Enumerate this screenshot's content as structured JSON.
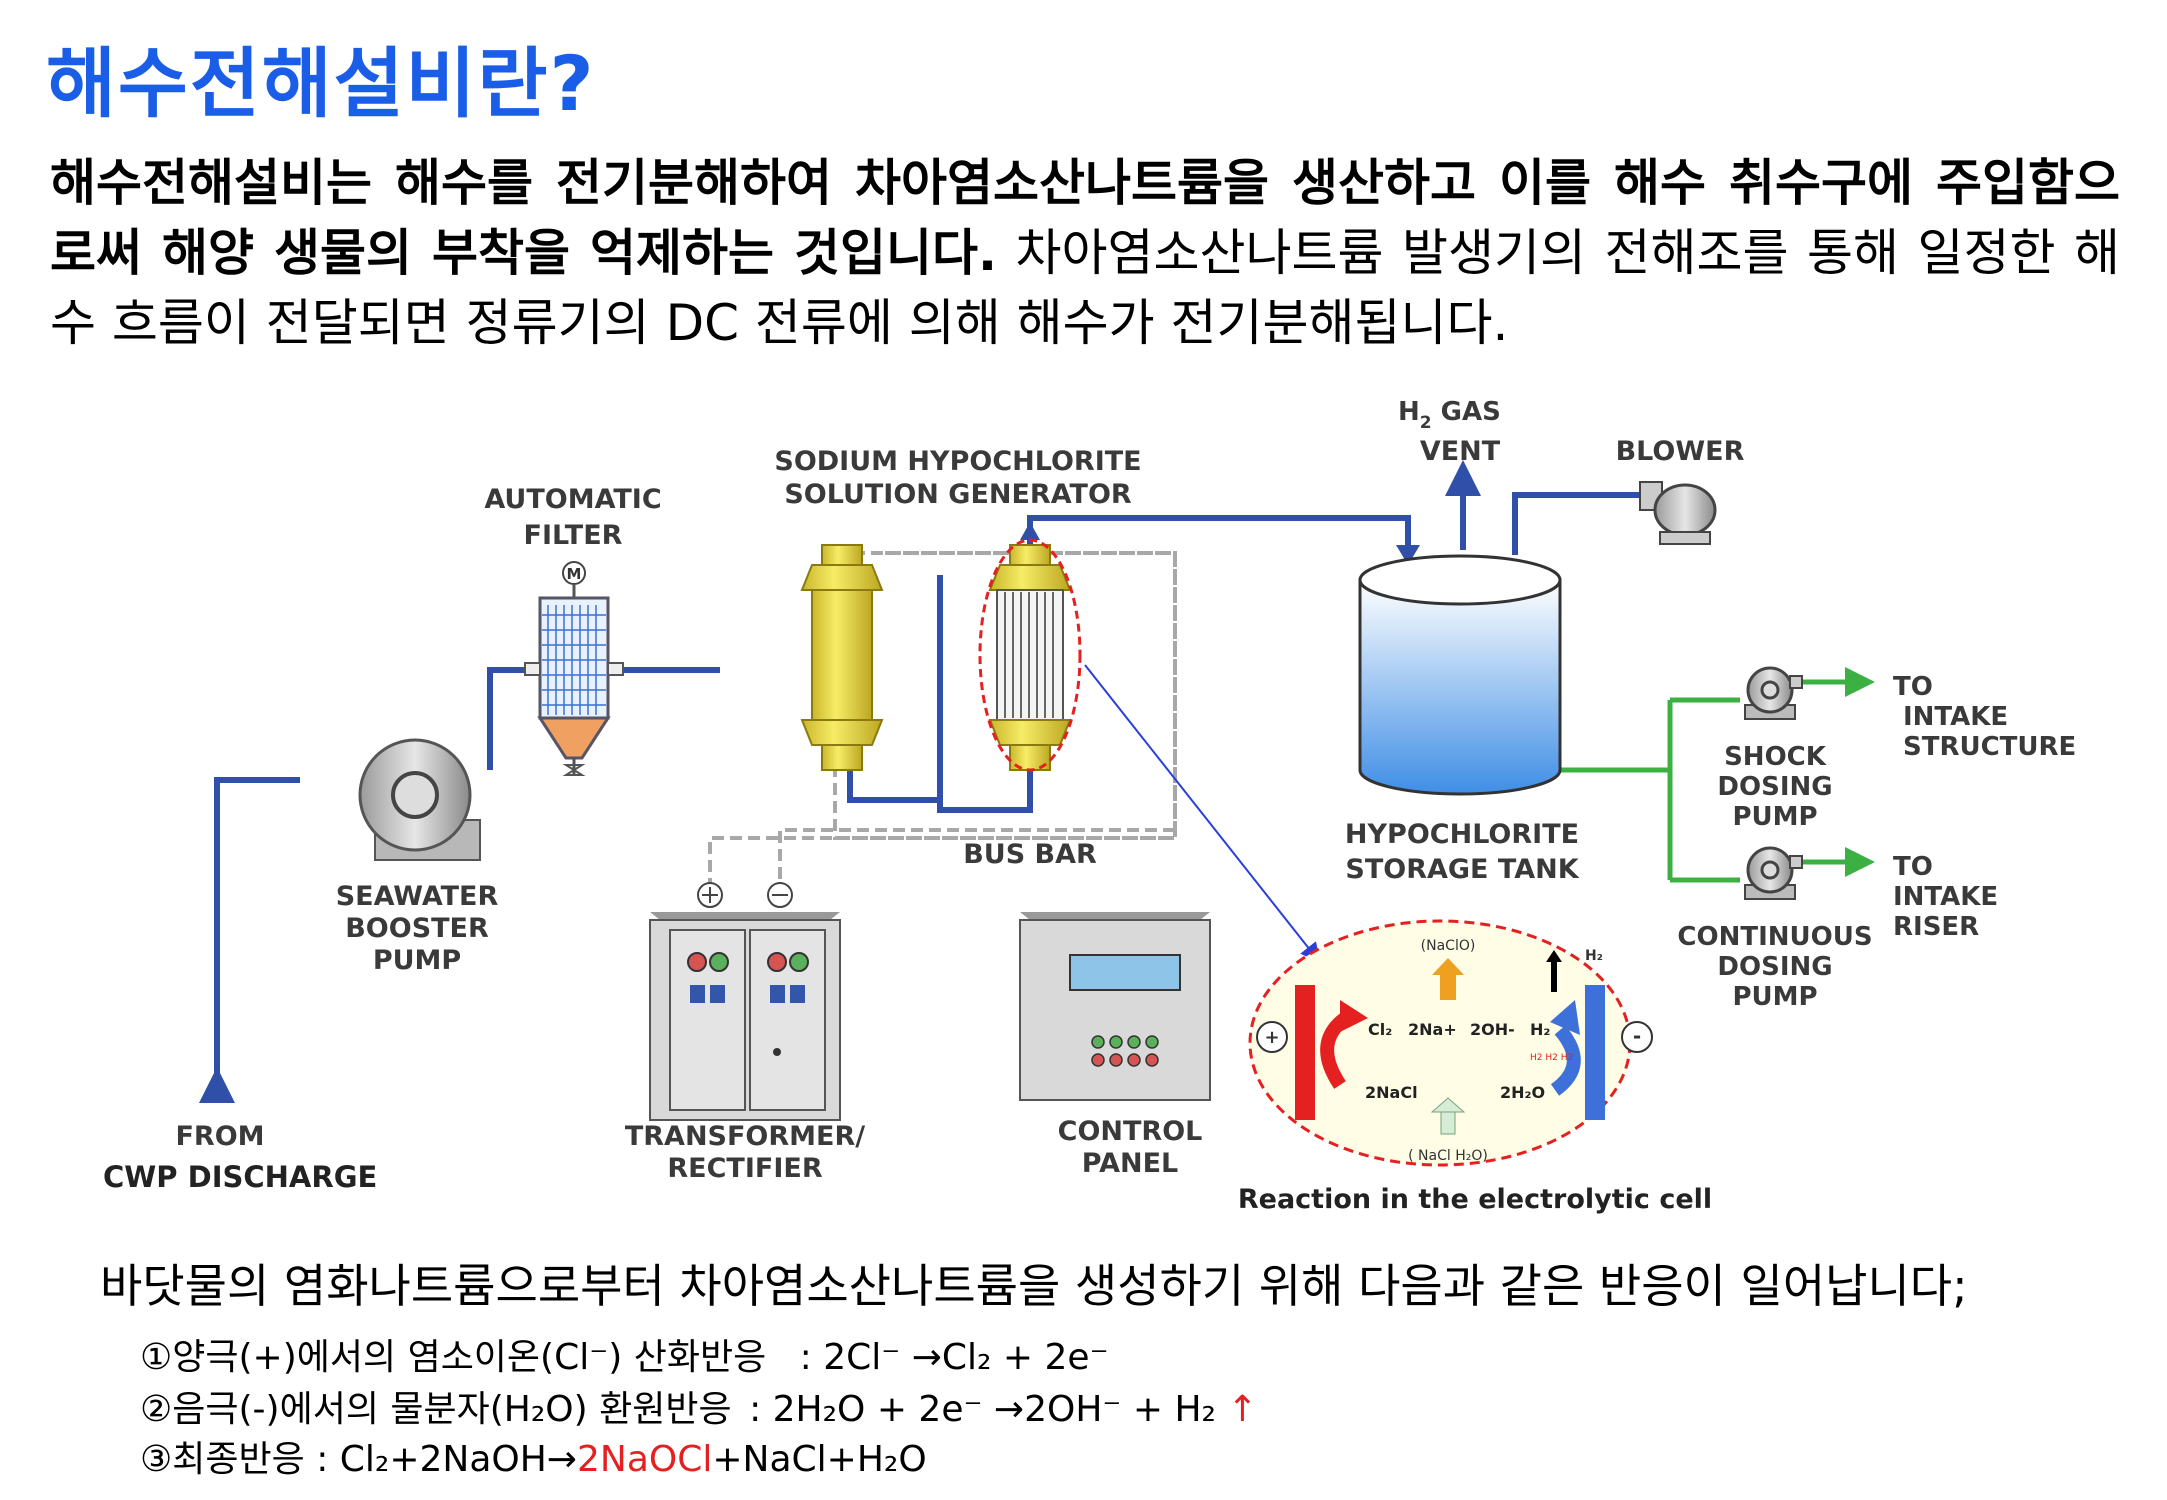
{
  "title": "해수전해설비란?",
  "intro": {
    "bold": "해수전해설비는 해수를 전기분해하여 차아염소산나트륨을 생산하고 이를 해수 취수구에 주입함으로써 해양 생물의 부착을 억제하는 것입니다.",
    "normal": " 차아염소산나트륨 발생기의 전해조를 통해 일정한 해수 흐름이 전달되면 정류기의 DC 전류에 의해 해수가 전기분해됩니다."
  },
  "diagram": {
    "automatic_filter": [
      "AUTOMATIC",
      "FILTER"
    ],
    "filter_motor": "M",
    "generator": [
      "SODIUM HYPOCHLORITE",
      "SOLUTION GENERATOR"
    ],
    "h2_vent_h": "H",
    "h2_vent_sub": "2",
    "h2_vent_gas": "GAS",
    "h2_vent_2": "VENT",
    "blower": "BLOWER",
    "to_intake_structure": [
      "TO",
      "INTAKE",
      "STRUCTURE"
    ],
    "shock_pump": [
      "SHOCK",
      "DOSING",
      "PUMP"
    ],
    "to_intake_riser": [
      "TO",
      "INTAKE",
      "RISER"
    ],
    "continuous_pump": [
      "CONTINUOUS",
      "DOSING",
      "PUMP"
    ],
    "storage_tank": [
      "HYPOCHLORITE",
      "STORAGE TANK"
    ],
    "bus_bar": "BUS BAR",
    "booster_pump": [
      "SEAWATER",
      "BOOSTER",
      "PUMP"
    ],
    "from": "FROM",
    "cwp_discharge": "CWP DISCHARGE",
    "transformer": [
      "TRANSFORMER/",
      "RECTIFIER"
    ],
    "control_panel": [
      "CONTROL",
      "PANEL"
    ],
    "cell": {
      "caption": "Reaction in the electrolytic cell",
      "naclo": "(NaClO)",
      "h2": "H₂",
      "cl2": "Cl₂",
      "na": "2Na+",
      "oh": "2OH-",
      "h2b": "H₂",
      "nacl2": "2NaCl",
      "h2o2": "2H₂O",
      "bottom": "( NaCl   H₂O)",
      "plus": "+",
      "minus": "-",
      "bubbles": "H2 H2 H2"
    }
  },
  "reaction_intro": "바닷물의 염화나트륨으로부터 차아염소산나트륨을 생성하기 위해 다음과 같은 반응이 일어납니다;",
  "equations": {
    "e1_label": "①양극(+)에서의 염소이온(Cl⁻) 산화반응",
    "e1_formula": ": 2Cl⁻ →Cl₂ + 2e⁻",
    "e2_label": "②음극(-)에서의 물분자(H₂O) 환원반응",
    "e2_formula": ": 2H₂O + 2e⁻ →2OH⁻ + H₂",
    "e2_arrow": "↑",
    "e3_label": "③최종반응 :",
    "e3_a": " Cl₂+2NaOH→",
    "e3_red": "2NaOCl",
    "e3_b": "+NaCl+H₂O"
  },
  "colors": {
    "title": "#1a5ee8",
    "pipe": "#2f4fa8",
    "green": "#3cb043",
    "red": "#e52020",
    "yellow": "#f3e54a"
  }
}
